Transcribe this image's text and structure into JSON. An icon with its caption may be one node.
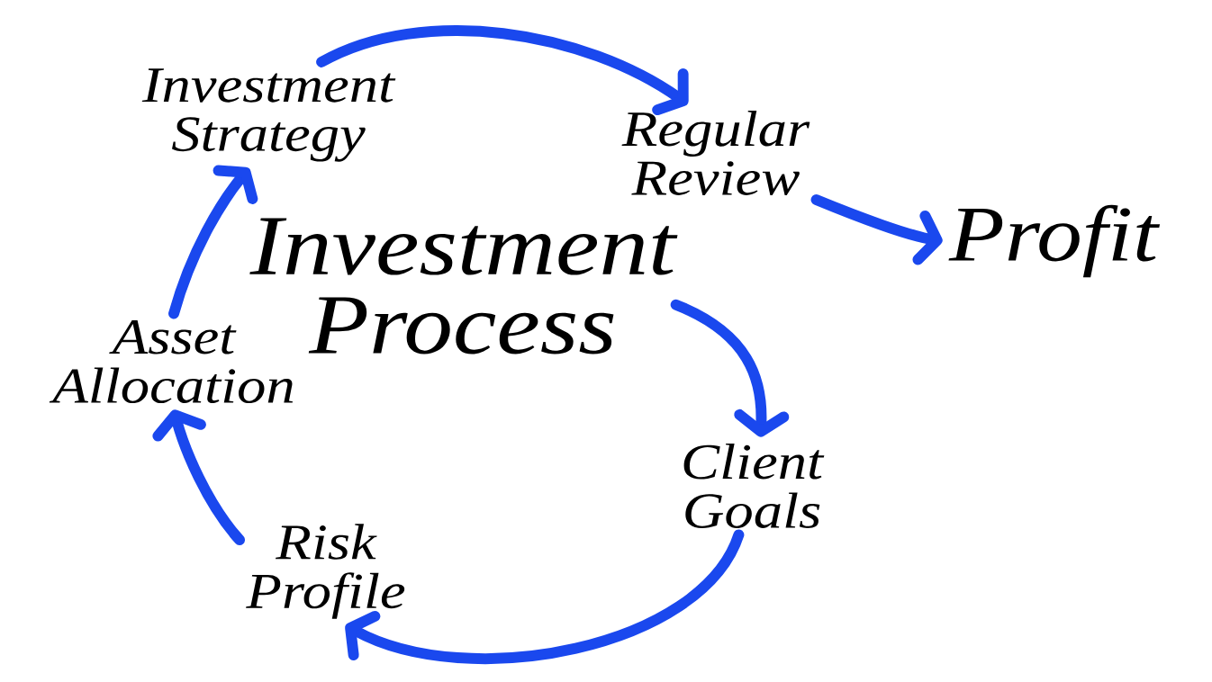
{
  "diagram": {
    "nodes": [
      {
        "text": [
          "Investment Strategy"
        ]
      },
      {
        "text": [
          "Regular Review"
        ]
      },
      {
        "text": [
          "Profit"
        ]
      },
      {
        "text": [
          "Investment Process"
        ]
      },
      {
        "text": [
          "Asset Allocation"
        ]
      },
      {
        "text": [
          "Client Goals"
        ]
      },
      {
        "text": [
          "Risk Profile"
        ]
      }
    ],
    "edges": [
      {
        "from": 3,
        "to": 5,
        "arrow": "to"
      },
      {
        "from": 5,
        "to": 6,
        "arrow": "to"
      },
      {
        "from": 6,
        "to": 4,
        "arrow": "to"
      },
      {
        "from": 4,
        "to": 0,
        "arrow": "to"
      },
      {
        "from": 0,
        "to": 1,
        "arrow": "to"
      },
      {
        "from": 1,
        "to": 2,
        "arrow": "to"
      }
    ]
  }
}
